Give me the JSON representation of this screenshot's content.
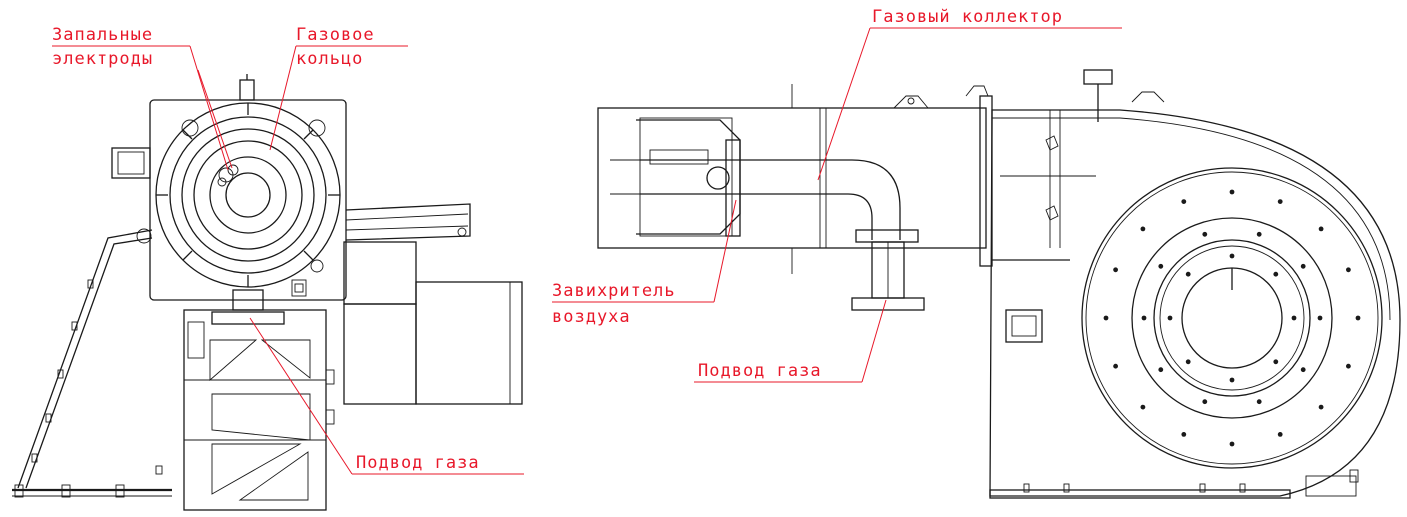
{
  "annotations": {
    "ignition_electrodes_l1": "Запальные",
    "ignition_electrodes_l2": "электроды",
    "gas_ring_l1": "Газовое",
    "gas_ring_l2": "кольцо",
    "gas_inlet_front": "Подвод газа",
    "gas_collector": "Газовый коллектор",
    "air_swirler_l1": "Завихритель",
    "air_swirler_l2": "воздуха",
    "gas_inlet_side": "Подвод газа"
  },
  "colors": {
    "annotation": "#e8182a",
    "drawing": "#1a1a1a",
    "background": "#ffffff"
  }
}
